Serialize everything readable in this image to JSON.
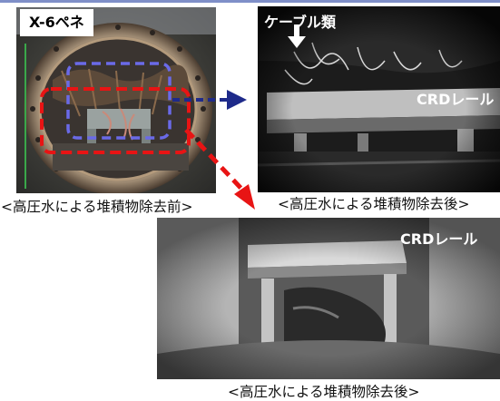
{
  "panels": {
    "before": {
      "penetration_label": "X-6ペネ",
      "caption": "<高圧水による堆積物除去前>"
    },
    "after_top": {
      "cable_label": "ケーブル類",
      "rail_label": "CRDレール",
      "caption": "<高圧水による堆積物除去後>"
    },
    "after_bottom": {
      "rail_label": "CRDレール",
      "caption": "<高圧水による堆積物除去後>"
    }
  },
  "colors": {
    "blue_highlight": "#6a6ae8",
    "red_highlight": "#e81414",
    "blue_arrow": "#1e2a8a"
  }
}
